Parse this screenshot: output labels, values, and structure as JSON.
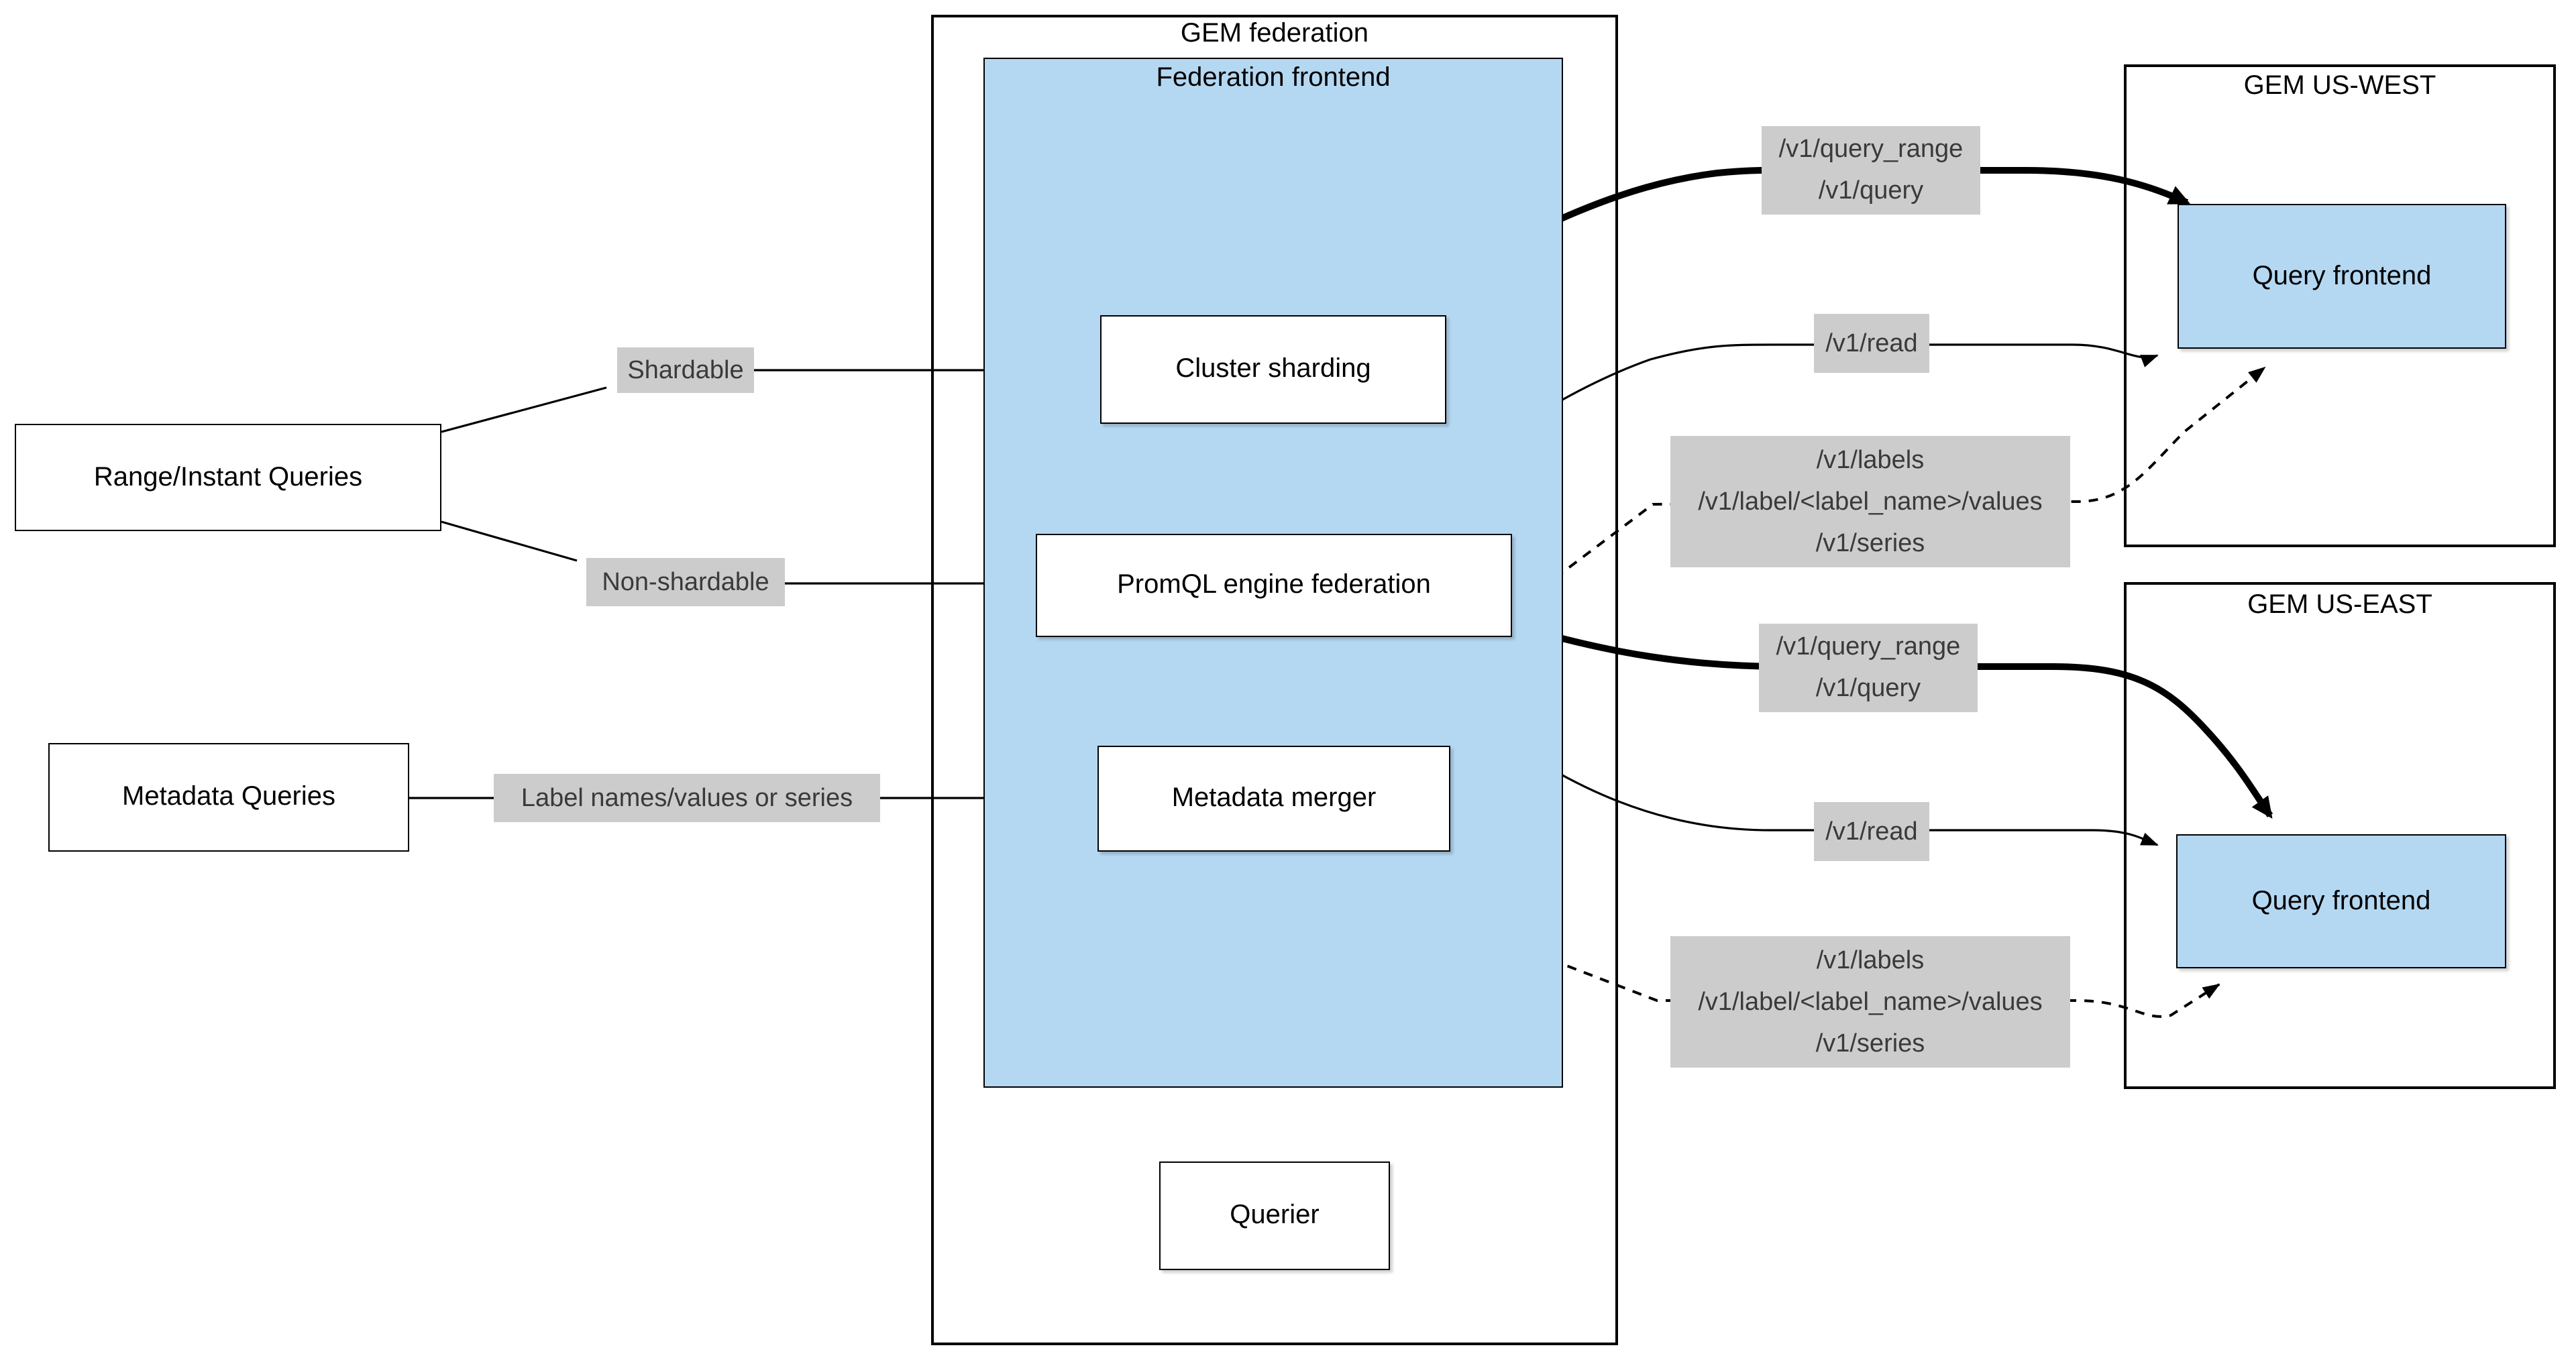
{
  "colors": {
    "node_highlight_fill": "#b5d8f2",
    "node_border": "#000000",
    "edge_label_bg": "#cccccc",
    "edge_label_text": "#3a3a3a",
    "line": "#000000"
  },
  "federation": {
    "title": "GEM federation",
    "frontend": {
      "title": "Federation frontend",
      "components": {
        "cluster_sharding": "Cluster sharding",
        "promql_engine": "PromQL engine federation",
        "metadata_merger": "Metadata merger"
      }
    },
    "querier": "Querier"
  },
  "inputs": {
    "range_instant": "Range/Instant Queries",
    "metadata": "Metadata Queries"
  },
  "edge_labels": {
    "shardable": "Shardable",
    "non_shardable": "Non-shardable",
    "metadata_path": "Label names/values or series",
    "west": {
      "query": [
        "/v1/query_range",
        "/v1/query"
      ],
      "read": "/v1/read",
      "labels": [
        "/v1/labels",
        "/v1/label/<label_name>/values",
        "/v1/series"
      ]
    },
    "east": {
      "query": [
        "/v1/query_range",
        "/v1/query"
      ],
      "read": "/v1/read",
      "labels": [
        "/v1/labels",
        "/v1/label/<label_name>/values",
        "/v1/series"
      ]
    }
  },
  "clusters": {
    "west": {
      "title": "GEM US-WEST",
      "query_frontend": "Query frontend"
    },
    "east": {
      "title": "GEM US-EAST",
      "query_frontend": "Query frontend"
    }
  }
}
